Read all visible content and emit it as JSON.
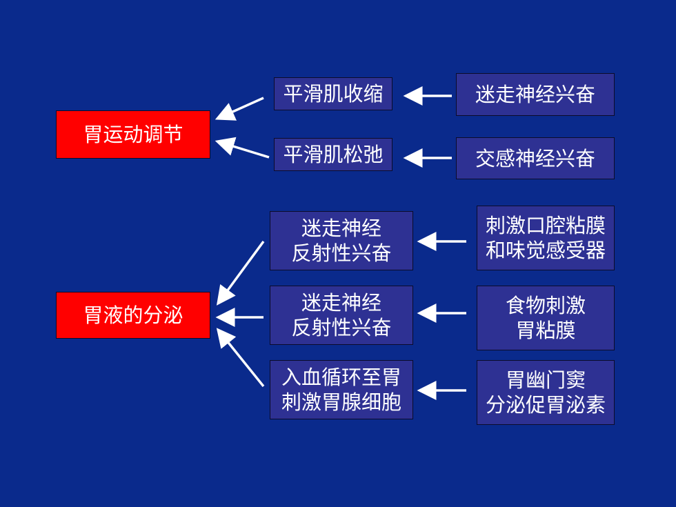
{
  "section1": {
    "main": "胃运动调节",
    "effect1": "平滑肌收缩",
    "cause1": "迷走神经兴奋",
    "effect2": "平滑肌松弛",
    "cause2": "交感神经兴奋"
  },
  "section2": {
    "main": "胃液的分泌",
    "mech1": [
      "迷走神经",
      "反射性兴奋"
    ],
    "stim1": [
      "刺激口腔粘膜",
      "和味觉感受器"
    ],
    "mech2": [
      "迷走神经",
      "反射性兴奋"
    ],
    "stim2": [
      "食物刺激",
      "胃粘膜"
    ],
    "mech3": [
      "入血循环至胃",
      "刺激胃腺细胞"
    ],
    "stim3": [
      "胃幽门窦",
      "分泌促胃泌素"
    ]
  },
  "colors": {
    "background": "#0a2a8c",
    "main_box": "#ff0000",
    "sub_box": "#2e3193",
    "text": "#ffffff",
    "arrow": "#ffffff"
  }
}
